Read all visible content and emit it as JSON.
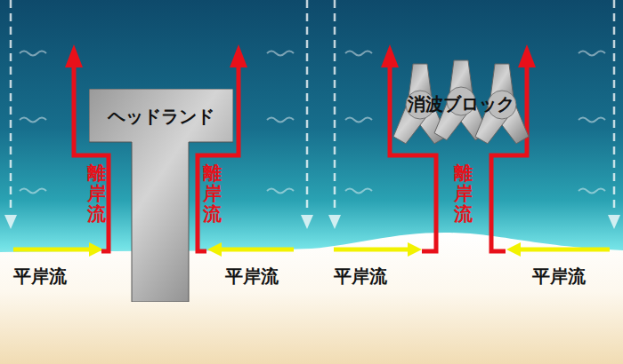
{
  "diagram": {
    "nodes": [
      {
        "text": [
          "ヘッドランド"
        ]
      },
      {
        "text": [
          "消波ブロック"
        ]
      }
    ],
    "labels": [
      "離岸流",
      "離岸流",
      "離岸流",
      "平岸流",
      "平岸流",
      "平岸流",
      "平岸流"
    ]
  }
}
